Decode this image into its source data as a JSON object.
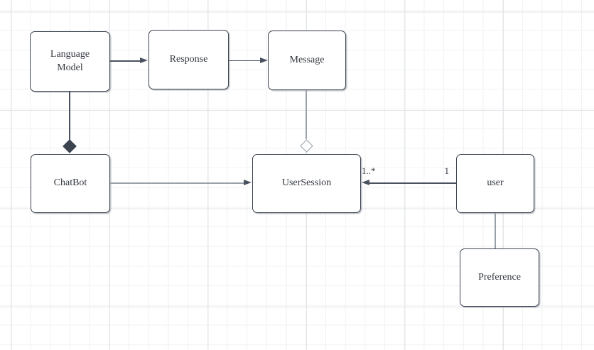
{
  "colors": {
    "canvas_bg": "#ffffff",
    "grid_minor": "#f0f1f3",
    "grid_major": "#e3e4e7",
    "node_fill": "#ffffff",
    "node_border": "#3c4450",
    "edge_dark": "#4a5260",
    "edge_light": "#9aa1aa",
    "label_text": "#32373f"
  },
  "diagram": {
    "nodes": [
      {
        "label": "Language Model"
      },
      {
        "label": "Response"
      },
      {
        "label": "Message"
      },
      {
        "label": "ChatBot"
      },
      {
        "label": "UserSession"
      },
      {
        "label": "user"
      },
      {
        "label": "Preference"
      }
    ],
    "edges": [
      {
        "from": "Language Model",
        "to": "Response",
        "type": "arrow"
      },
      {
        "from": "Response",
        "to": "Message",
        "type": "arrow"
      },
      {
        "from": "Language Model",
        "to": "ChatBot",
        "type": "composition-filled-diamond"
      },
      {
        "from": "Message",
        "to": "UserSession",
        "type": "aggregation-open-diamond"
      },
      {
        "from": "ChatBot",
        "to": "UserSession",
        "type": "arrow"
      },
      {
        "from": "user",
        "to": "UserSession",
        "type": "arrow",
        "source_multiplicity": "1",
        "target_multiplicity": "1..*"
      },
      {
        "from": "user",
        "to": "Preference",
        "type": "association"
      }
    ]
  }
}
